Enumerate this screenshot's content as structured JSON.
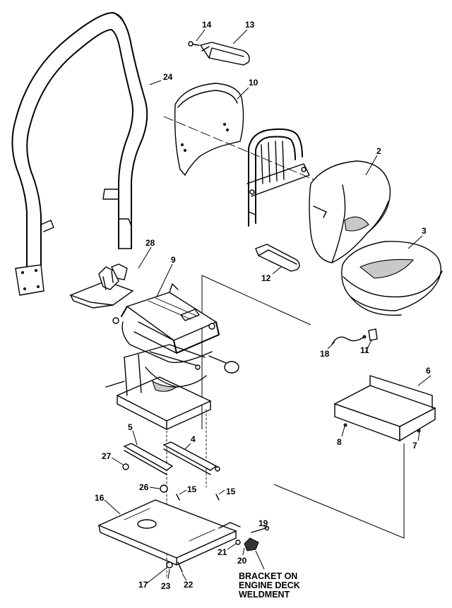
{
  "callouts": [
    {
      "id": "p24",
      "label": "24"
    },
    {
      "id": "p14",
      "label": "14"
    },
    {
      "id": "p13",
      "label": "13"
    },
    {
      "id": "p10",
      "label": "10"
    },
    {
      "id": "p2",
      "label": "2"
    },
    {
      "id": "p3",
      "label": "3"
    },
    {
      "id": "p28",
      "label": "28"
    },
    {
      "id": "p9",
      "label": "9"
    },
    {
      "id": "p12",
      "label": "12"
    },
    {
      "id": "p11",
      "label": "11"
    },
    {
      "id": "p18",
      "label": "18"
    },
    {
      "id": "p6",
      "label": "6"
    },
    {
      "id": "p8",
      "label": "8"
    },
    {
      "id": "p7",
      "label": "7"
    },
    {
      "id": "p5",
      "label": "5"
    },
    {
      "id": "p4",
      "label": "4"
    },
    {
      "id": "p27",
      "label": "27"
    },
    {
      "id": "p26",
      "label": "26"
    },
    {
      "id": "p15a",
      "label": "15"
    },
    {
      "id": "p15b",
      "label": "15"
    },
    {
      "id": "p16",
      "label": "16"
    },
    {
      "id": "p19",
      "label": "19"
    },
    {
      "id": "p21",
      "label": "21"
    },
    {
      "id": "p20",
      "label": "20"
    },
    {
      "id": "p17",
      "label": "17"
    },
    {
      "id": "p23",
      "label": "23"
    },
    {
      "id": "p22",
      "label": "22"
    }
  ],
  "note": {
    "line1": "BRACKET ON",
    "line2": "ENGINE DECK",
    "line3": "WELDMENT"
  }
}
